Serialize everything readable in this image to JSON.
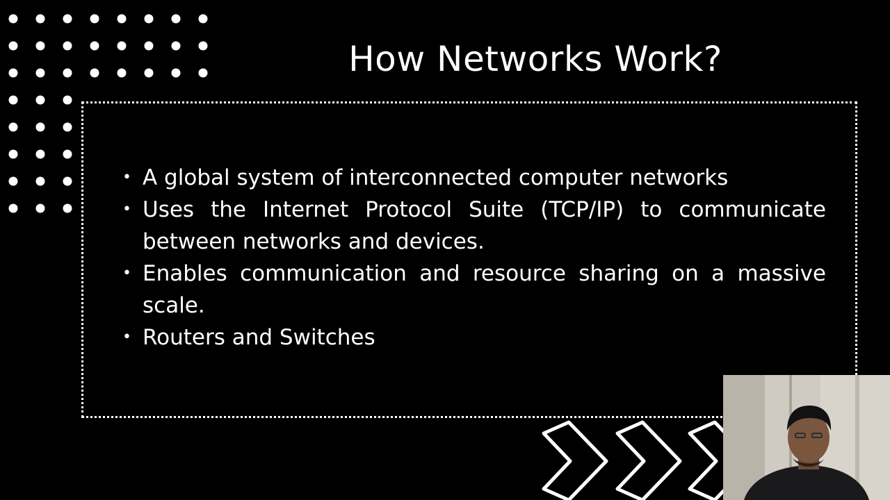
{
  "slide": {
    "title": "How Networks Work?",
    "bullets": [
      "A global system of interconnected computer networks",
      "Uses the Internet Protocol Suite (TCP/IP) to communicate between networks and devices.",
      "Enables communication and resource sharing on a massive scale.",
      "Routers and Switches"
    ]
  },
  "decorations": {
    "dot_grid": "dot-pattern",
    "chevrons": "chevron-right-icon",
    "border_style": "dotted"
  },
  "webcam": {
    "content": "presenter-video"
  },
  "colors": {
    "background": "#000000",
    "foreground": "#ffffff"
  }
}
